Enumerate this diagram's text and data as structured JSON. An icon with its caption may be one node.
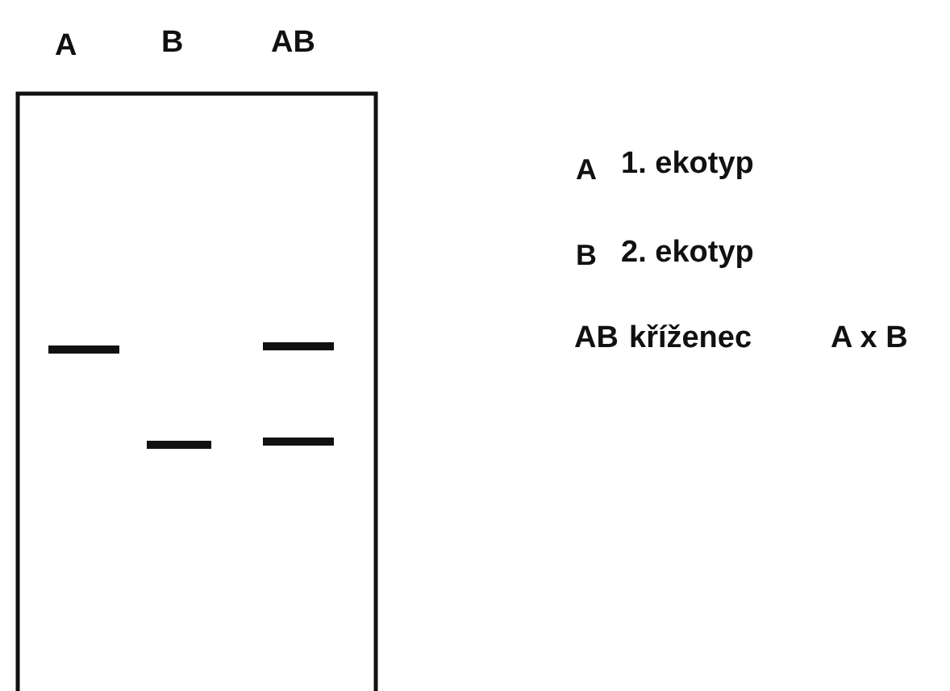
{
  "diagram": {
    "labels": [
      "A",
      "B",
      "AB",
      "A",
      "1. ekotyp",
      "B",
      "2. ekotyp",
      "AB",
      "kříženec",
      "A x B"
    ]
  }
}
